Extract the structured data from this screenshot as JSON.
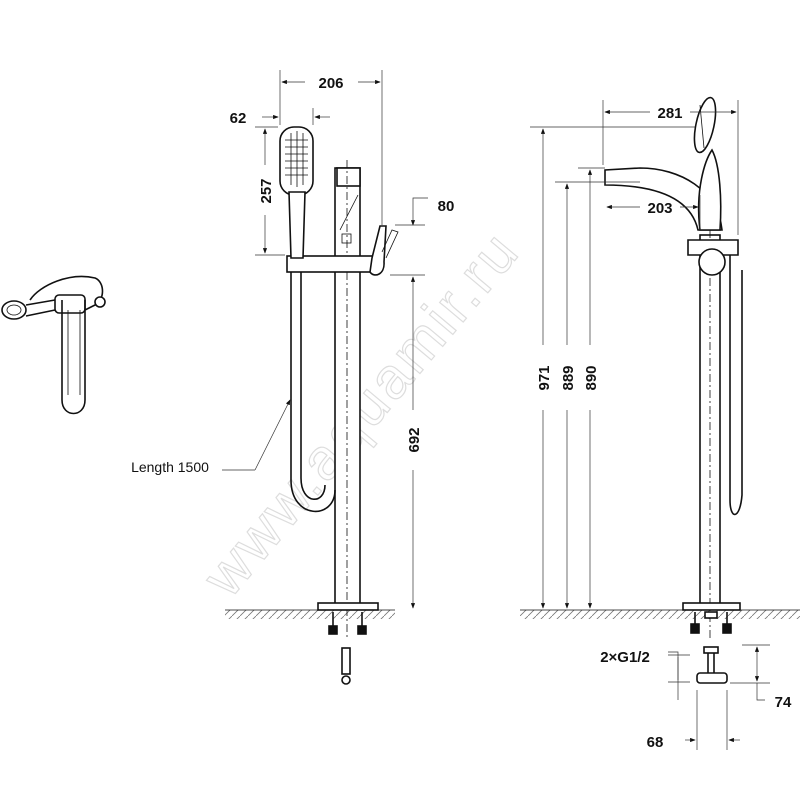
{
  "watermark": "www.aquamir.ru",
  "left_view": {
    "dims": {
      "width_total": "206",
      "head_width": "62",
      "head_height": "257",
      "lever_height": "80",
      "bar_height": "692"
    },
    "hose_label": "Length 1500"
  },
  "right_view": {
    "dims": {
      "width_total": "281",
      "spout_reach": "203",
      "height_total": "971",
      "height_mid": "889",
      "height_spout": "890"
    }
  },
  "connection": {
    "thread_label": "2×G1/2",
    "height": "74",
    "spacing": "68"
  }
}
